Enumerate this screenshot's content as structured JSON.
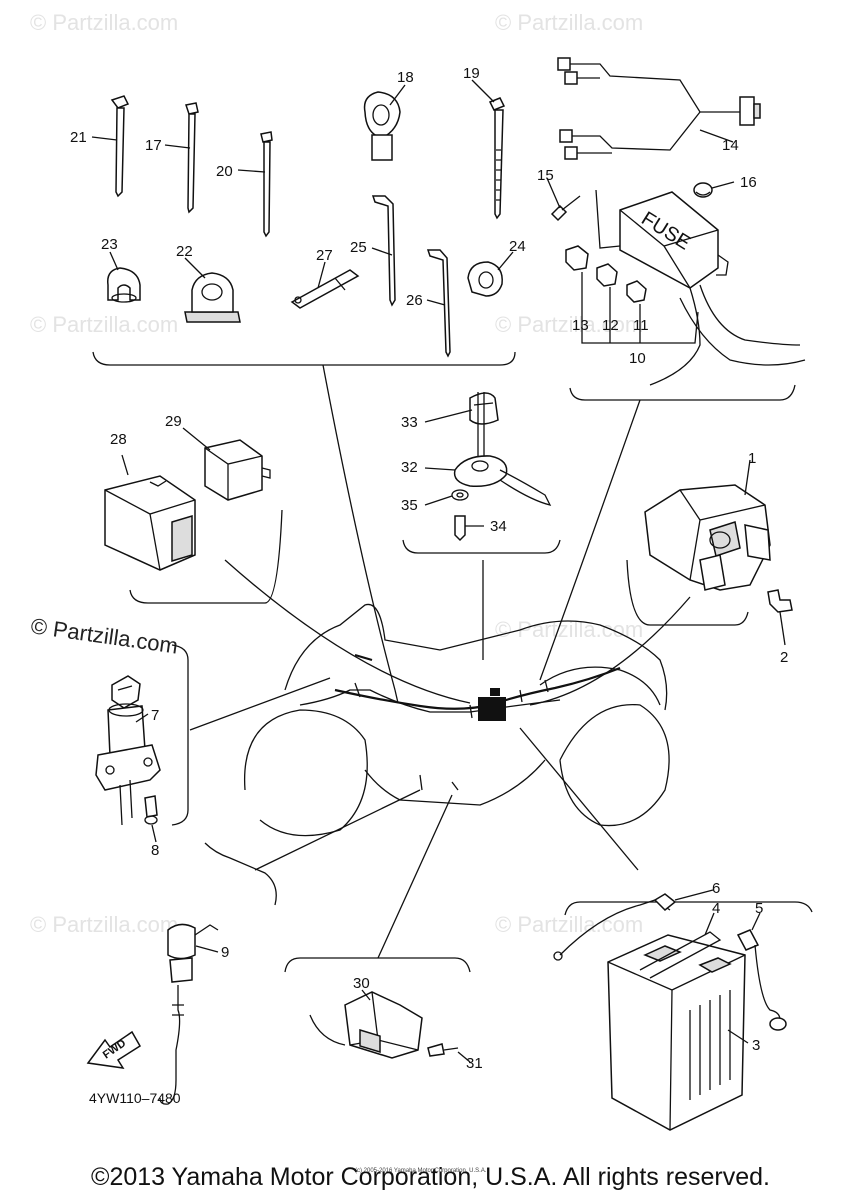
{
  "watermark": "© Partzilla.com",
  "diagram_code": "4YW110–7480",
  "fwd_label": "FWD",
  "fuse_label": "FUSE",
  "small_credit": "(c) 2005-2016 Yamaha Motor Corporation, U.S.A.",
  "copyright": "©2013 Yamaha Motor Corporation, U.S.A. All rights reserved.",
  "callouts": {
    "c1": "1",
    "c2": "2",
    "c3": "3",
    "c4": "4",
    "c5": "5",
    "c6": "6",
    "c7": "7",
    "c8": "8",
    "c9": "9",
    "c10": "10",
    "c11": "11",
    "c12": "12",
    "c13": "13",
    "c14": "14",
    "c15": "15",
    "c16": "16",
    "c17": "17",
    "c18": "18",
    "c19": "19",
    "c20": "20",
    "c21": "21",
    "c22": "22",
    "c23": "23",
    "c24": "24",
    "c25": "25",
    "c26": "26",
    "c27": "27",
    "c28": "28",
    "c29": "29",
    "c30": "30",
    "c31": "31",
    "c32": "32",
    "c33": "33",
    "c34": "34",
    "c35": "35"
  }
}
